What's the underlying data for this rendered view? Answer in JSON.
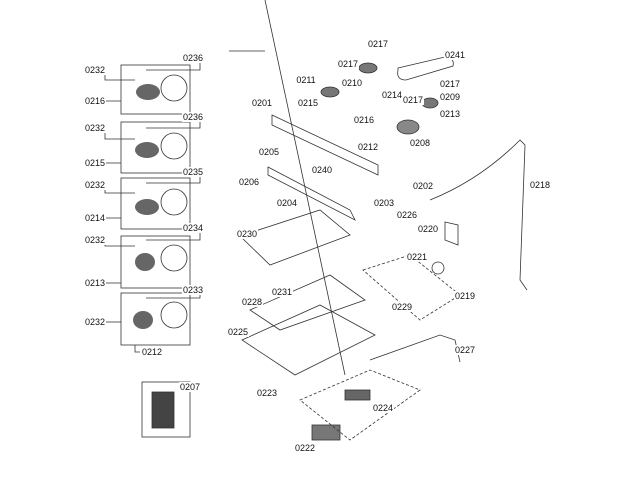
{
  "diagram": {
    "burner_details": [
      {
        "part": "0216",
        "screw": "0232",
        "jet": "0236"
      },
      {
        "part": "0215",
        "screw": "0232",
        "jet": "0236"
      },
      {
        "part": "0214",
        "screw": "0232",
        "jet": "0235"
      },
      {
        "part": "0213",
        "screw": "0232",
        "jet": "0234"
      },
      {
        "part": "0212",
        "screw": "0232",
        "jet": "0233"
      }
    ],
    "inset_part": "0207",
    "labels": {
      "l0217a": "0217",
      "l0241": "0241",
      "l0217b": "0217",
      "l0211": "0211",
      "l0210": "0210",
      "l0214": "0214",
      "l0217c": "0217",
      "l0209": "0209",
      "l0217d": "0217",
      "l0213": "0213",
      "l0201": "0201",
      "l0215": "0215",
      "l0216": "0216",
      "l0212": "0212",
      "l0208": "0208",
      "l0205": "0205",
      "l0240": "0240",
      "l0206": "0206",
      "l0202": "0202",
      "l0204": "0204",
      "l0203": "0203",
      "l0218": "0218",
      "l0226": "0226",
      "l0220": "0220",
      "l0230": "0230",
      "l0221": "0221",
      "l0219": "0219",
      "l0231": "0231",
      "l0228": "0228",
      "l0229": "0229",
      "l0225": "0225",
      "l0227": "0227",
      "l0223": "0223",
      "l0224": "0224",
      "l0222": "0222"
    }
  }
}
